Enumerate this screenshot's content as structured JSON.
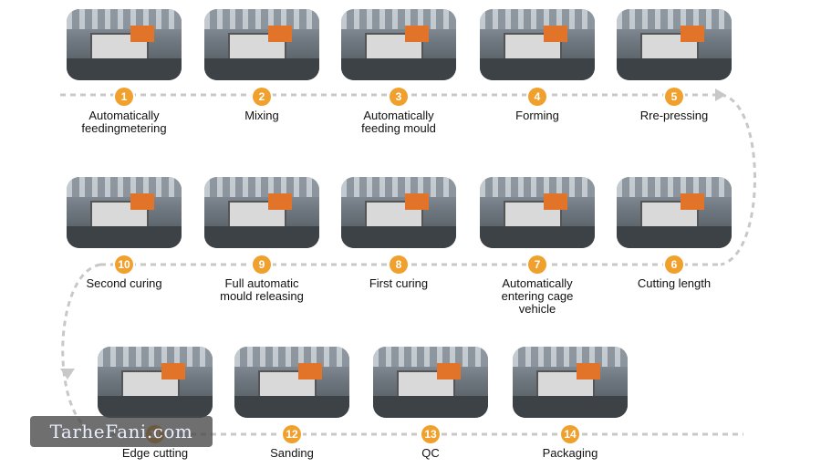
{
  "steps": [
    {
      "num": "1",
      "label": "Automatically\nfeedingmetering",
      "photo": "factory-feeding-photo"
    },
    {
      "num": "2",
      "label": "Mixing",
      "photo": "mixing-machine-photo"
    },
    {
      "num": "3",
      "label": "Automatically\nfeeding mould",
      "photo": "mould-feeding-photo"
    },
    {
      "num": "4",
      "label": "Forming",
      "photo": "forming-line-photo"
    },
    {
      "num": "5",
      "label": "Rre-pressing",
      "photo": "pressing-photo"
    },
    {
      "num": "6",
      "label": "Cutting length",
      "photo": "cutting-length-photo"
    },
    {
      "num": "7",
      "label": "Automatically\nentering cage\nvehicle",
      "photo": "cage-vehicle-photo"
    },
    {
      "num": "8",
      "label": "First curing",
      "photo": "first-curing-photo"
    },
    {
      "num": "9",
      "label": "Full automatic\nmould releasing",
      "photo": "mould-release-photo"
    },
    {
      "num": "10",
      "label": "Second curing",
      "photo": "second-curing-photo"
    },
    {
      "num": "11",
      "label": "Edge cutting",
      "photo": "edge-cutting-photo"
    },
    {
      "num": "12",
      "label": "Sanding",
      "photo": "sanding-photo"
    },
    {
      "num": "13",
      "label": "QC",
      "photo": "qc-photo"
    },
    {
      "num": "14",
      "label": "Packaging",
      "photo": "packaging-photo"
    }
  ],
  "watermark": "TarheFani.com",
  "colors": {
    "badge": "#f0a02c",
    "connector": "#c8c8c8"
  }
}
